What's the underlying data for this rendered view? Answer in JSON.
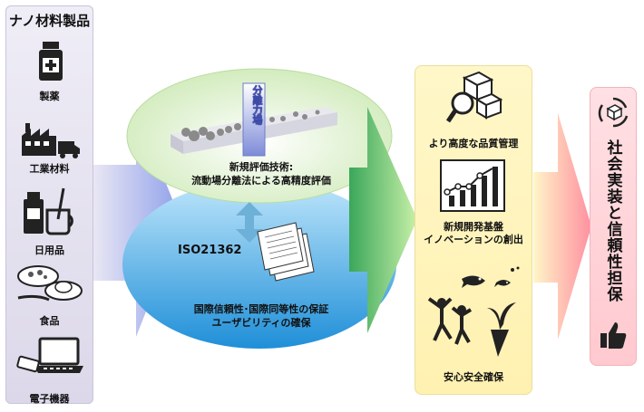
{
  "left": {
    "title": "ナノ材料製品",
    "items": [
      {
        "label": "製薬",
        "icon": "medicine-bottle-icon"
      },
      {
        "label": "工業材料",
        "icon": "factory-truck-icon"
      },
      {
        "label": "日用品",
        "icon": "daily-goods-icon"
      },
      {
        "label": "食品",
        "icon": "food-bowl-icon"
      },
      {
        "label": "電子機器",
        "icon": "laptop-phone-icon"
      }
    ]
  },
  "middle": {
    "separation_label": "分離力場",
    "evaluation_title": "新規評価技術:",
    "evaluation_subtitle": "流動場分離法による高精度評価",
    "iso_label": "ISO21362",
    "assurance_line1": "国際信頼性･国際同等性の保証",
    "assurance_line2": "ユーザビリティの確保"
  },
  "right": {
    "items": [
      {
        "label": "より高度な品質管理",
        "icon": "boxes-magnifier-icon"
      },
      {
        "label_line1": "新規開発基盤",
        "label_line2": "イノベーションの創出",
        "icon": "growth-chart-icon"
      },
      {
        "label": "安心安全確保",
        "icon": "people-plant-fish-icon"
      }
    ]
  },
  "final": {
    "text": "社会実装と信頼性担保",
    "icons": [
      "recycle-box-icon",
      "thumbs-up-icon"
    ]
  },
  "colors": {
    "left_panel": "#e4e1ef",
    "right_panel": "#fff3bb",
    "final_panel": "#ffd3d8",
    "ellipse_top": "#e6f5d8",
    "ellipse_bottom": "#2b9be0",
    "arrow_left": "#9aa7e8",
    "arrow_mid": "#6fcf6a",
    "arrow_right": "#ff9aa8"
  }
}
